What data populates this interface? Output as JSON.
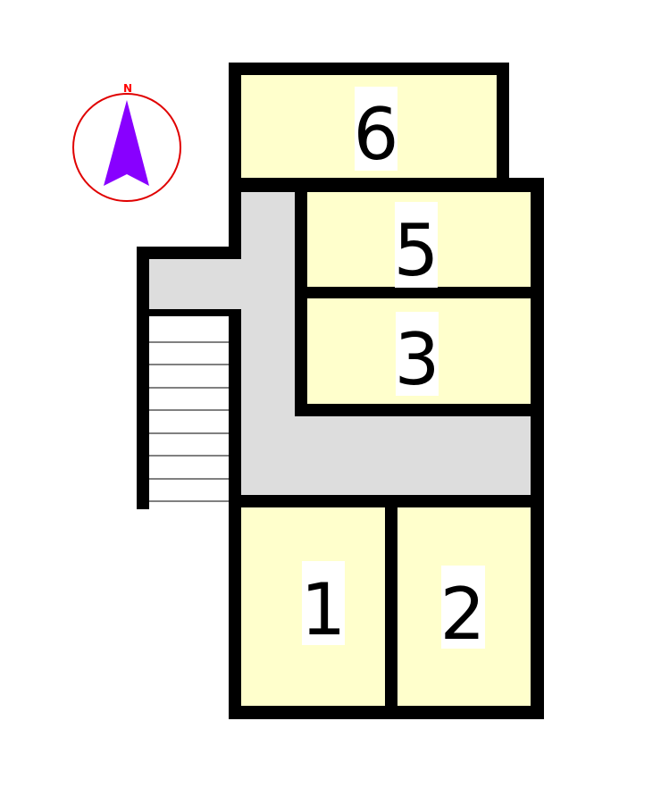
{
  "compass": {
    "north_label": "N",
    "ring_color": "#e00000",
    "arrow_color": "#8800ff",
    "icon": "north-arrow-icon"
  },
  "colors": {
    "unit_fill": "#ffffcc",
    "corridor_fill": "#dddddd",
    "wall": "#000000",
    "label_bg": "#ffffff"
  },
  "units": [
    {
      "id": "unit-6",
      "label": "6"
    },
    {
      "id": "unit-5",
      "label": "5"
    },
    {
      "id": "unit-3",
      "label": "3"
    },
    {
      "id": "unit-1",
      "label": "1"
    },
    {
      "id": "unit-2",
      "label": "2"
    }
  ],
  "stairs": {
    "step_count": 8
  }
}
